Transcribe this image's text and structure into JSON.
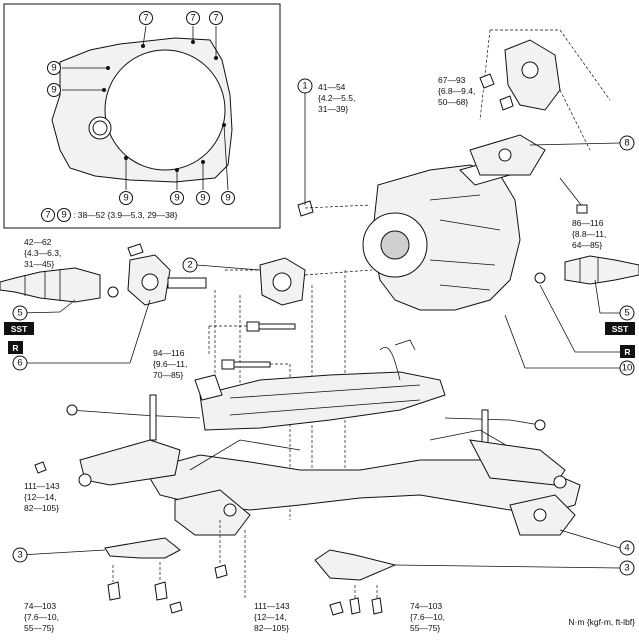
{
  "inset": {
    "callout_7": "7",
    "callout_9": "9",
    "torque_text": ": 38—52 {3.9—5.3, 29—38}"
  },
  "callouts": {
    "c1": "1",
    "c2": "2",
    "c3": "3",
    "c4": "4",
    "c5": "5",
    "c6": "6",
    "c8": "8",
    "c10": "10"
  },
  "torques": {
    "t1": [
      "41—54",
      "{4.2—5.5,",
      "31—39}"
    ],
    "t2": [
      "67—93",
      "{6.8—9.4,",
      "50—68}"
    ],
    "t3": [
      "86—116",
      "{8.8—11,",
      "64—85}"
    ],
    "t4": [
      "42—62",
      "{4.3—6.3,",
      "31—45}"
    ],
    "t5": [
      "94—116",
      "{9.6—11,",
      "70—85}"
    ],
    "t6": [
      "111—143",
      "{12—14,",
      "82—105}"
    ],
    "t7": [
      "74—103",
      "{7.6—10,",
      "55—75}"
    ],
    "t8": [
      "111—143",
      "{12—14,",
      "82—105}"
    ],
    "t9": [
      "74—103",
      "{7.6—10,",
      "55—75}"
    ]
  },
  "badges": {
    "sst_left": "SST",
    "r_left": "R",
    "sst_right": "SST",
    "r_right": "R"
  },
  "units": "N·m {kgf-m, ft-lbf}"
}
